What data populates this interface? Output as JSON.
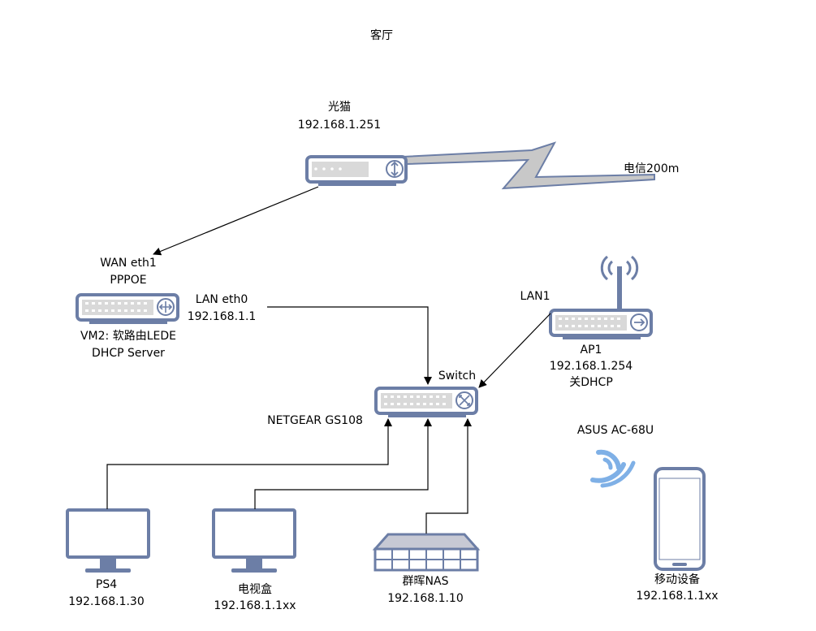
{
  "title": "客厅",
  "colors": {
    "device_stroke": "#6c7ea6",
    "device_fill": "#d9d9d9",
    "wifi": "#7fb0e6",
    "line": "#000000"
  },
  "internet": {
    "label": "电信200m",
    "shape": "lightning-bolt"
  },
  "modem": {
    "name": "光猫",
    "ip": "192.168.1.251",
    "icon": "modem-icon"
  },
  "router": {
    "top_line1": "WAN eth1",
    "top_line2": "PPPOE",
    "bottom_line1": "VM2: 软路由LEDE",
    "bottom_line2": "DHCP Server",
    "lan_line1": "LAN eth0",
    "lan_line2": "192.168.1.1",
    "icon": "router-icon"
  },
  "switch": {
    "label": "Switch",
    "model": "NETGEAR GS108",
    "icon": "switch-icon"
  },
  "ap": {
    "lan_label": "LAN1",
    "name": "AP1",
    "ip": "192.168.1.254",
    "note": "关DHCP",
    "model": "ASUS AC-68U",
    "icon": "wireless-router-icon"
  },
  "clients": [
    {
      "name": "PS4",
      "ip": "192.168.1.30",
      "icon": "monitor-icon"
    },
    {
      "name": "电视盒",
      "ip": "192.168.1.1xx",
      "icon": "monitor-icon"
    },
    {
      "name": "群晖NAS",
      "ip": "192.168.1.10",
      "icon": "nas-icon"
    },
    {
      "name": "移动设备",
      "ip": "192.168.1.1xx",
      "icon": "mobile-icon"
    }
  ]
}
